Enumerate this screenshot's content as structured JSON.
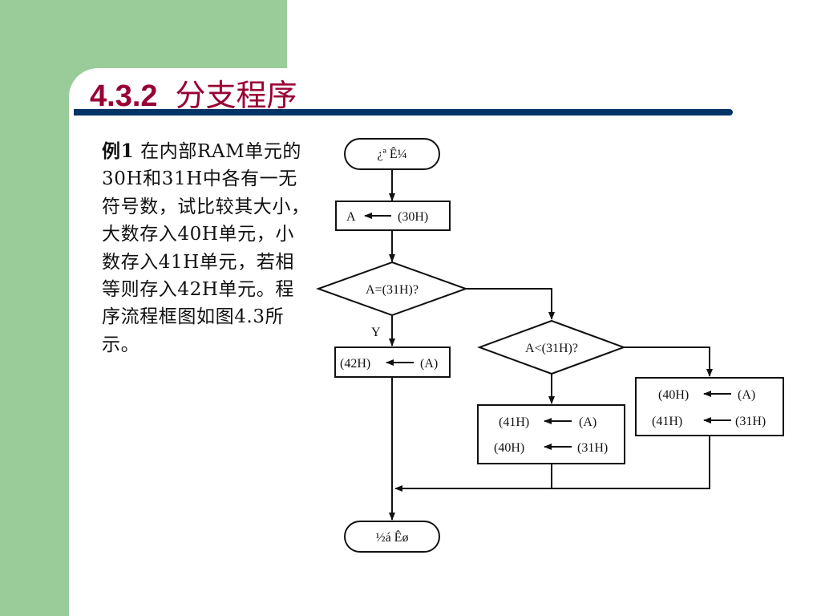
{
  "title": {
    "number": "4.3.2",
    "text": "分支程序"
  },
  "body": {
    "example_label": "例1",
    "text": "在内部RAM单元的30H和31H中各有一无符号数，试比较其大小，大数存入40H单元，小数存入41H单元，若相等则存入42H单元。程序流程框图如图4.3所示。"
  },
  "flowchart": {
    "start": "¿ª  Ê¼",
    "load": {
      "left": "A",
      "right": "(30H)"
    },
    "decision1": "A=(31H)?",
    "yes_label": "Y",
    "equal_box": {
      "left": "(42H)",
      "right": "(A)"
    },
    "decision2": "A<(31H)?",
    "less_box": [
      {
        "left": "(41H)",
        "right": "(A)"
      },
      {
        "left": "(40H)",
        "right": "(31H)"
      }
    ],
    "greater_box": [
      {
        "left": "(40H)",
        "right": "(A)"
      },
      {
        "left": "(41H)",
        "right": "(31H)"
      }
    ],
    "end": "½á  Êø"
  }
}
